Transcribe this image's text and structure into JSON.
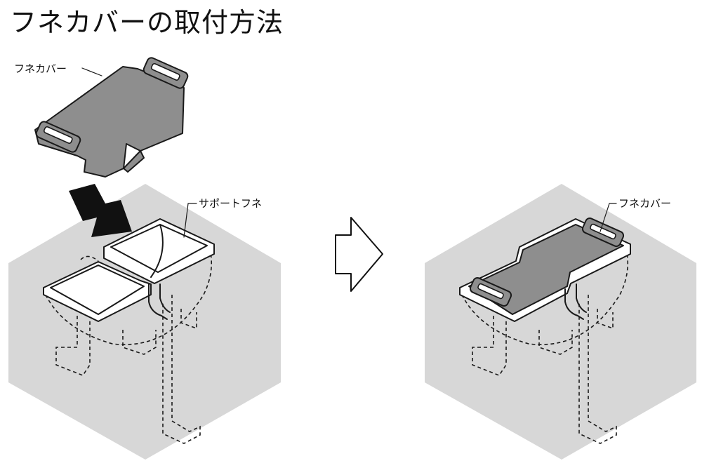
{
  "page": {
    "title": "フネカバーの取付方法"
  },
  "diagram": {
    "before": {
      "cover_label": "フネカバー",
      "support_label": "サポートフネ"
    },
    "after": {
      "cover_label": "フネカバー"
    },
    "colors": {
      "block": "#d7d7d7",
      "cover": "#8e8e8e",
      "stroke": "#1a1a1a",
      "inner": "#ffffff",
      "arrow": "#111111"
    }
  }
}
